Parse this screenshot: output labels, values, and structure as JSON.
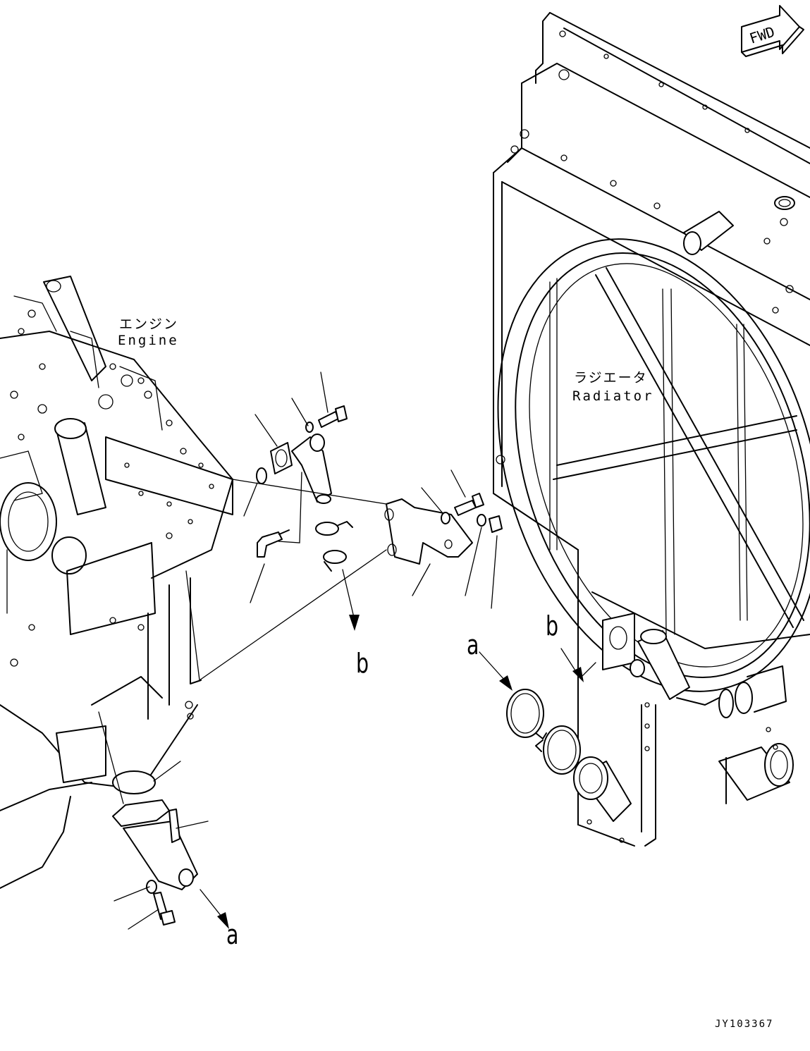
{
  "orientation": {
    "fwd_label": "FWD"
  },
  "labels": {
    "engine_jp": "エンジン",
    "engine_en": "Engine",
    "radiator_jp": "ラジエータ",
    "radiator_en": "Radiator"
  },
  "connection_letters": {
    "b_top": "b",
    "a_right": "a",
    "b_right": "b",
    "a_bottom": "a"
  },
  "drawing_code": "JY103367"
}
